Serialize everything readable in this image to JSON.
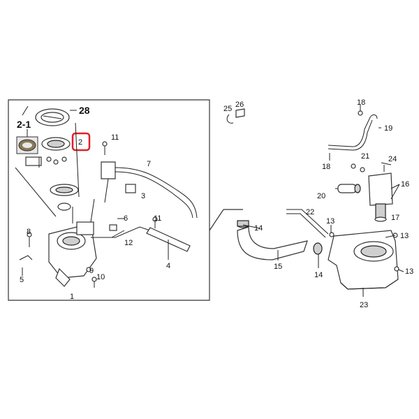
{
  "colors": {
    "highlight": "#e0202a",
    "ink": "#222222"
  },
  "labels": {
    "l28": "28",
    "l2_1": "2-1",
    "l2": "2",
    "l11a": "11",
    "l7": "7",
    "l3": "3",
    "l6": "6",
    "l11b": "11",
    "l12": "12",
    "l8": "8",
    "l4": "4",
    "l5": "5",
    "l9": "9",
    "l10": "10",
    "l1": "1",
    "l25": "25",
    "l26": "26",
    "l18a": "18",
    "l19": "19",
    "l18b": "18",
    "l21": "21",
    "l24": "24",
    "l16": "16",
    "l20": "20",
    "l22": "22",
    "l13a": "13",
    "l17": "17",
    "l14a": "14",
    "l13b": "13",
    "l15": "15",
    "l14b": "14",
    "l13c": "13",
    "l23": "23"
  },
  "highlighted_part": "2"
}
